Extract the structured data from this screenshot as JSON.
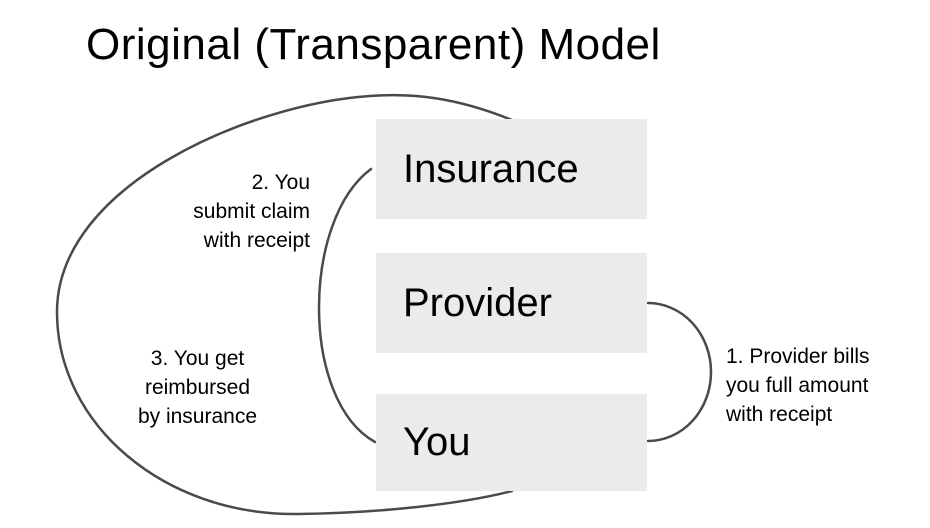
{
  "title": "Original (Transparent) Model",
  "diagram": {
    "nodes": [
      {
        "id": "insurance",
        "label": "Insurance"
      },
      {
        "id": "provider",
        "label": "Provider"
      },
      {
        "id": "you",
        "label": "You"
      }
    ],
    "steps": {
      "step1": {
        "lines": [
          "1. Provider bills",
          "you full amount",
          "with receipt"
        ],
        "connects": "provider-to-you"
      },
      "step2": {
        "lines": [
          "2. You",
          "submit claim",
          "with receipt"
        ],
        "connects": "you-to-insurance"
      },
      "step3": {
        "lines": [
          "3. You get",
          "reimbursed",
          "by insurance"
        ],
        "connects": "insurance-to-you"
      }
    }
  },
  "colors": {
    "background": "#ffffff",
    "node_fill": "#ebebeb",
    "connector": "#4a4a4a",
    "text": "#000000"
  }
}
